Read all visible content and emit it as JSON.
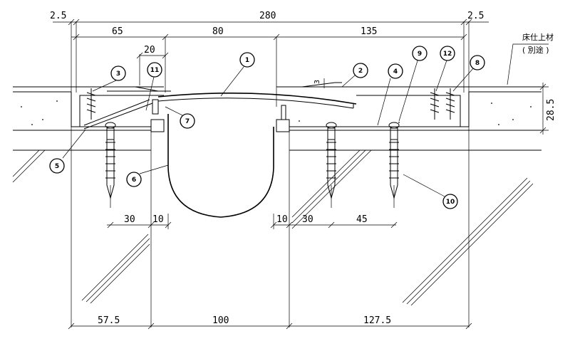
{
  "dimensions": {
    "top": [
      "2.5",
      "280",
      "2.5"
    ],
    "second": [
      "65",
      "80",
      "135"
    ],
    "gap": "20",
    "lip": "3",
    "height": "28.5",
    "anchor_left": [
      "30",
      "10"
    ],
    "anchor_right": [
      "10",
      "30",
      "45"
    ],
    "bottom": [
      "57.5",
      "100",
      "127.5"
    ]
  },
  "note": {
    "line1": "床仕上材",
    "line2": "( 別途 )"
  },
  "callouts": [
    "1",
    "2",
    "3",
    "4",
    "5",
    "6",
    "7",
    "8",
    "9",
    "10",
    "11",
    "12"
  ]
}
